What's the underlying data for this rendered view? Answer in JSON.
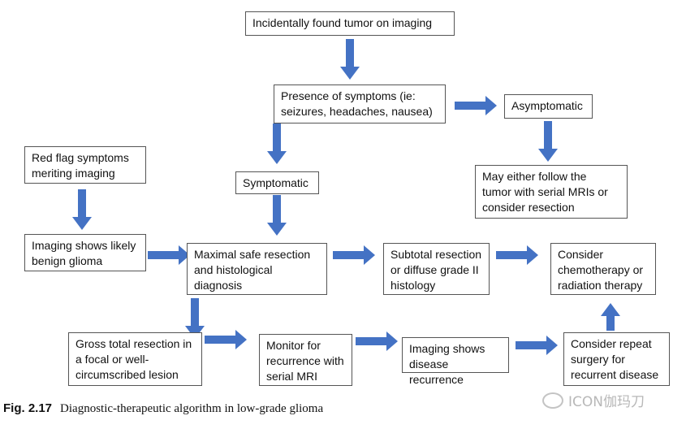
{
  "nodes": {
    "incidental": "Incidentally found tumor on imaging",
    "symptoms": "Presence of symptoms (ie:\nseizures, headaches, nausea)",
    "asymptomatic": "Asymptomatic",
    "follow": "May either follow the\ntumor with serial MRIs or\nconsider resection",
    "redflag": "Red flag symptoms\nmeriting imaging",
    "symptomatic": "Symptomatic",
    "imaging_benign": "Imaging shows likely\nbenign glioma",
    "maximal": "Maximal safe resection\nand  histological\ndiagnosis",
    "subtotal": "Subtotal resection\nor diffuse grade II\nhistology",
    "chemo": "Consider\nchemotherapy or\nradiation therapy",
    "gross": "Gross total resection in\na focal or well-\ncircumscribed lesion",
    "monitor": "Monitor for\nrecurrence with\nserial MRI",
    "recurrence": "Imaging shows\ndisease recurrence",
    "repeat": "Consider repeat\nsurgery for\nrecurrent disease"
  },
  "caption": {
    "label": "Fig. 2.17",
    "text": "Diagnostic-therapeutic algorithm in low-grade glioma"
  },
  "watermark": "ICON伽玛刀",
  "colors": {
    "arrow": "#4472c4",
    "border": "#555555"
  }
}
